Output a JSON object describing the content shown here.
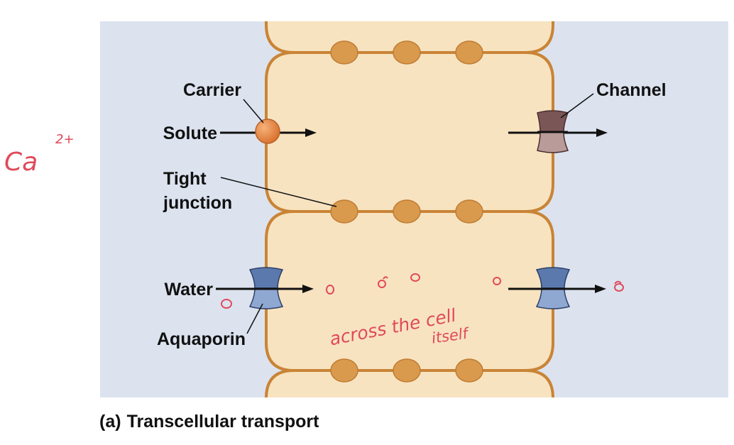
{
  "labels": {
    "carrier": "Carrier",
    "solute": "Solute",
    "channel": "Channel",
    "tight": "Tight",
    "junction": "junction",
    "water": "Water",
    "aquaporin": "Aquaporin"
  },
  "caption": {
    "part": "(a)",
    "title": "Transcellular transport"
  },
  "annotations": {
    "ion": "Ca",
    "charge": "2+",
    "note_line1": "across the cell",
    "note_line2": "itself"
  },
  "colors": {
    "background": "#dce3ef",
    "cytoplasm": "#f7e3c0",
    "membrane": "#c98436",
    "junction": "#d99a4e",
    "carrier": "#e58a45",
    "channel": "#a57a78",
    "aquaporin": "#6e8dc1",
    "ink": "#e04a5a"
  }
}
